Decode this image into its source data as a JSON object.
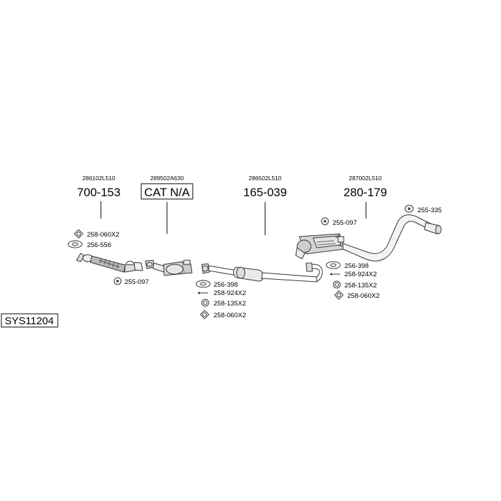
{
  "diagram_id": "SYS11204",
  "sections": [
    {
      "oem": "286102L510",
      "part": "700-153"
    },
    {
      "oem": "289502A630",
      "part": "CAT N/A"
    },
    {
      "oem": "286502L510",
      "part": "165-039"
    },
    {
      "oem": "287002L510",
      "part": "280-179"
    }
  ],
  "fittings": {
    "front": [
      "258-060X2",
      "256-556",
      "255-097"
    ],
    "middle": [
      "256-398",
      "258-924X2",
      "258-135X2",
      "258-060X2"
    ],
    "rear": [
      "255-097",
      "255-335",
      "256-398",
      "258-924X2",
      "258-135X2",
      "258-060X2"
    ]
  }
}
